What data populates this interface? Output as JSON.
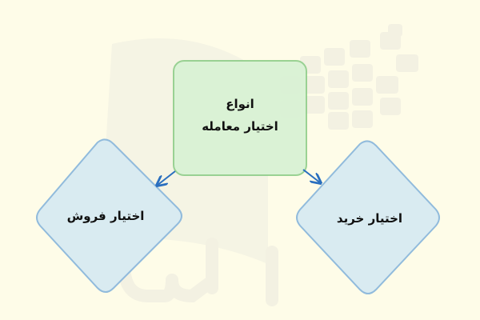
{
  "diagram": {
    "background": "#fefce8",
    "root": {
      "line1": "انواع",
      "line2": "اختیار معامله",
      "fill": "#d9f2d5",
      "stroke": "#95d08f"
    },
    "children": [
      {
        "id": "sell",
        "label": "اختیار فروش",
        "fill": "#d8ebf2",
        "stroke": "#8cb8dc"
      },
      {
        "id": "buy",
        "label": "اختیار خرید",
        "fill": "#d8ebf2",
        "stroke": "#8cb8dc"
      }
    ],
    "edges": [
      {
        "from": "root",
        "to": "sell"
      },
      {
        "from": "root",
        "to": "buy"
      }
    ],
    "edge_color": "#2a6fbf",
    "watermark": "فرادرس"
  }
}
